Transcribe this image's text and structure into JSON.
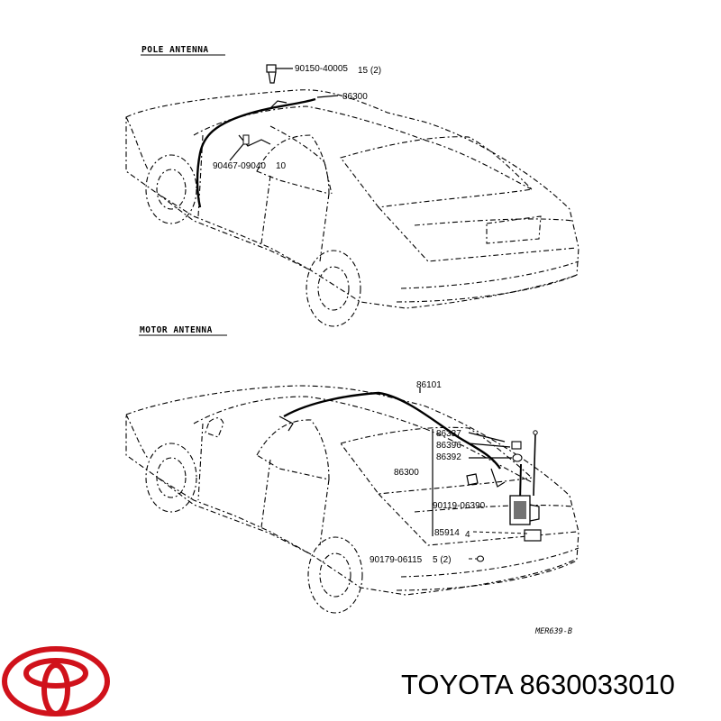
{
  "sections": {
    "pole": {
      "title": "POLE ANTENNA",
      "parts": [
        {
          "label": "90150-40005"
        },
        {
          "label": "15 (2)"
        },
        {
          "label": "86300"
        },
        {
          "label": "90467-09040"
        },
        {
          "label": "10"
        }
      ]
    },
    "motor": {
      "title": "MOTOR ANTENNA",
      "parts": [
        {
          "label": "86101"
        },
        {
          "label": "86337"
        },
        {
          "label": "86396"
        },
        {
          "label": "86392"
        },
        {
          "label": "86300"
        },
        {
          "label": "90119-06390"
        },
        {
          "label": "85914"
        },
        {
          "label": "4"
        },
        {
          "label": "90179-06115"
        },
        {
          "label": "5 (2)"
        }
      ]
    }
  },
  "diagram_code": "MER639-B",
  "brand": {
    "name": "TOYOTA",
    "part_number": "8630033010",
    "logo_color": "#d0121b"
  }
}
